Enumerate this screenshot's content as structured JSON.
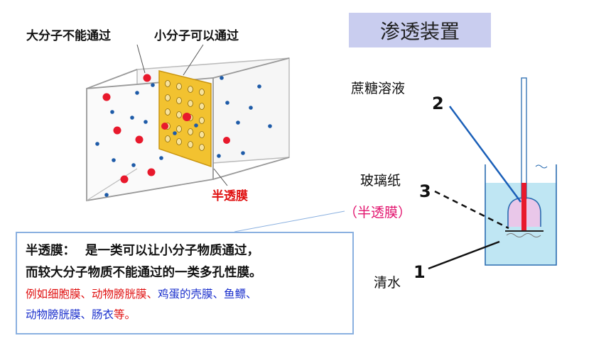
{
  "diagram": {
    "large_molecule_label": "大分子不能通过",
    "small_molecule_label": "小分子可以通过",
    "membrane_label": "半透膜"
  },
  "title": "渗透装置",
  "osmosis": {
    "sucrose_label": "蔗糖溶液",
    "cellophane_label": "玻璃纸",
    "membrane_paren": "（半透膜）",
    "water_label": "清水",
    "num1": "1",
    "num2": "2",
    "num3": "3"
  },
  "definition": {
    "term": "半透膜：",
    "line1": "是一类可以让小分子物质通过，",
    "line2": "而较大分子物质不能通过的一类多孔性膜。",
    "ex1_red": "例如细胞膜、动物膀胱膜、",
    "ex1_blue": "鸡蛋的壳膜、鱼鳔、",
    "ex2_blue": "动物膀胱膜、肠衣",
    "ex2_red": "等。"
  },
  "colors": {
    "membrane_fill": "#f2c230",
    "large_molecule": "#e8192c",
    "small_molecule": "#1e5ba8",
    "water": "#bfe6f3",
    "title_bg": "#c9cdef"
  }
}
